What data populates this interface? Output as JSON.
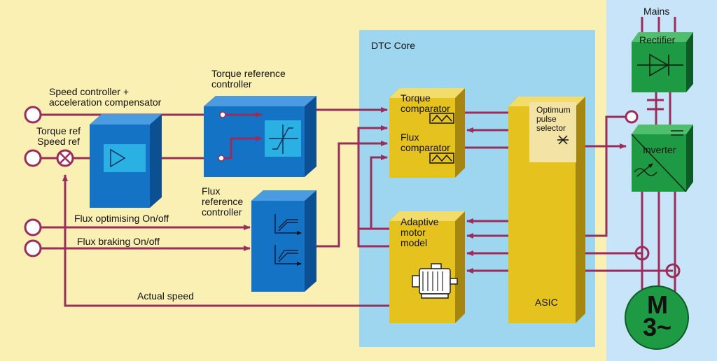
{
  "regions": {
    "dtc_core": "DTC Core",
    "mains": "Mains"
  },
  "blocks": {
    "torque_ref_controller": "Torque reference\ncontroller",
    "flux_ref_controller": "Flux\nreference\ncontroller",
    "torque_comparator": "Torque\ncomparator",
    "flux_comparator": "Flux\ncomparator",
    "optimum_pulse_selector": "Optimum\npulse\nselector",
    "adaptive_motor_model": "Adaptive\nmotor\nmodel",
    "asic": "ASIC",
    "rectifier": "Rectifier",
    "inverter": "Inverter",
    "motor_m": "M",
    "motor_3": "3~"
  },
  "inputs": {
    "speed_controller": "Speed controller +\nacceleration compensator",
    "torque_speed_ref": "Torque ref\nSpeed ref",
    "flux_optimising": "Flux optimising On/off",
    "flux_braking": "Flux braking On/off",
    "actual_speed": "Actual speed"
  },
  "colors": {
    "background": "#fbf0b4",
    "dtc_region": "#9ed6f0",
    "mains_region": "#c8e4f8",
    "blue_block": "#1473c4",
    "yellow_block": "#e6c21e",
    "green_block": "#1f9a44",
    "signal_line": "#9b2d5a"
  },
  "icons": {
    "speed_controller_block": "amplifier-triangle-icon",
    "torque_limiter": "torque-limiter-curve-icon",
    "flux_curves": "flux-ramp-curves-icon",
    "comparator": "hysteresis-comparator-icon",
    "motor_model": "motor-icon",
    "rectifier_symbol": "diode-icon",
    "inverter_symbol": "inverter-icon",
    "pulse_selector": "star-switch-icon"
  }
}
